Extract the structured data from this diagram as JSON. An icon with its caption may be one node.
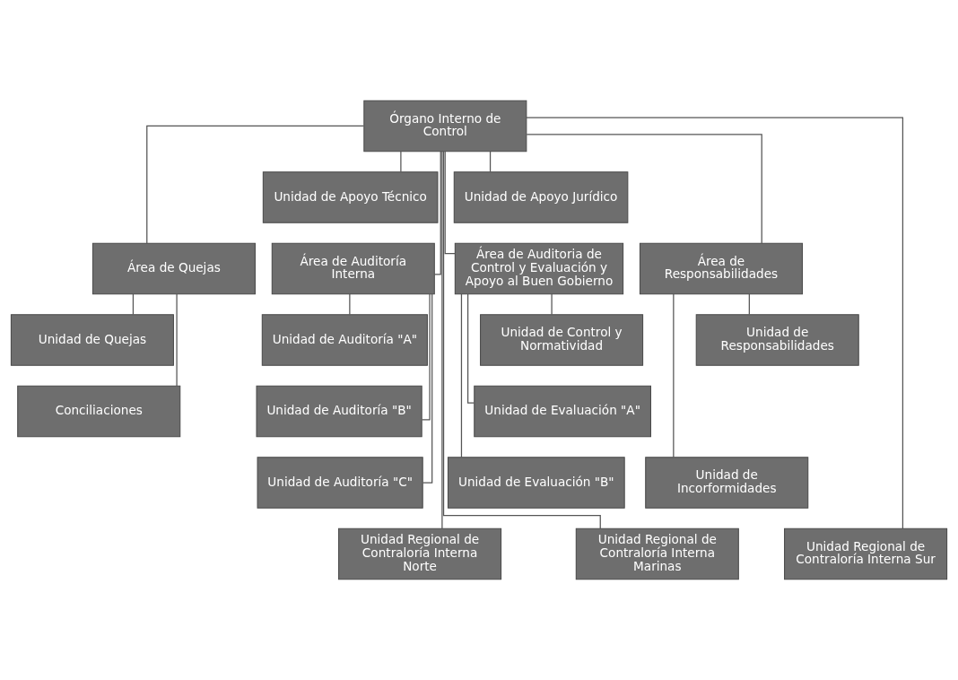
{
  "diagram": {
    "nodes": [
      {
        "text": [
          "Órgano Interno de Control"
        ]
      },
      {
        "text": [
          "Unidad de Apoyo Jurídico"
        ]
      },
      {
        "text": [
          "Unidad de Apoyo Técnico"
        ]
      },
      {
        "text": [
          "Área de Auditoría Interna"
        ]
      },
      {
        "text": [
          "Unidad de Auditoría \"A\""
        ]
      },
      {
        "text": [
          "Unidad de Auditoría \"B\""
        ]
      },
      {
        "text": [
          "Unidad de Auditoría \"C\""
        ]
      },
      {
        "text": [
          "Área de Auditoria de Control y Evaluación y Apoyo al Buen Gobierno"
        ]
      },
      {
        "text": [
          "Unidad de Control y Normatividad"
        ]
      },
      {
        "text": [
          "Unidad de Evaluación \"A\""
        ]
      },
      {
        "text": [
          "Unidad de Evaluación \"B\""
        ]
      },
      {
        "text": [
          "Área de Responsabilidades"
        ]
      },
      {
        "text": [
          "Unidad de Responsabilidades"
        ]
      },
      {
        "text": [
          "Unidad de Incorformidades"
        ]
      },
      {
        "text": [
          "Área de Quejas"
        ]
      },
      {
        "text": [
          "Unidad de Quejas"
        ]
      },
      {
        "text": [
          "Conciliaciones"
        ]
      },
      {
        "text": [
          "Unidad Regional de Contraloría Interna Marinas"
        ]
      },
      {
        "text": [
          "Unidad Regional de Contraloría Interna Norte"
        ]
      },
      {
        "text": [
          "Unidad Regional de Contraloría Interna Sur"
        ]
      }
    ],
    "edges": [
      {
        "from": 0,
        "to": 1,
        "arrow": "none"
      },
      {
        "from": 0,
        "to": 2,
        "arrow": "none"
      },
      {
        "from": 0,
        "to": 3,
        "arrow": "none"
      },
      {
        "from": 0,
        "to": 7,
        "arrow": "none"
      },
      {
        "from": 0,
        "to": 11,
        "arrow": "none"
      },
      {
        "from": 0,
        "to": 14,
        "arrow": "none"
      },
      {
        "from": 3,
        "to": 4,
        "arrow": "none"
      },
      {
        "from": 3,
        "to": 5,
        "arrow": "none"
      },
      {
        "from": 3,
        "to": 6,
        "arrow": "none"
      },
      {
        "from": 7,
        "to": 8,
        "arrow": "none"
      },
      {
        "from": 7,
        "to": 9,
        "arrow": "none"
      },
      {
        "from": 7,
        "to": 10,
        "arrow": "none"
      },
      {
        "from": 11,
        "to": 12,
        "arrow": "none"
      },
      {
        "from": 11,
        "to": 13,
        "arrow": "none"
      },
      {
        "from": 14,
        "to": 15,
        "arrow": "none"
      },
      {
        "from": 14,
        "to": 16,
        "arrow": "none"
      },
      {
        "from": 0,
        "to": 17,
        "arrow": "none"
      },
      {
        "from": 0,
        "to": 18,
        "arrow": "none"
      },
      {
        "from": 0,
        "to": 19,
        "arrow": "none"
      }
    ]
  }
}
